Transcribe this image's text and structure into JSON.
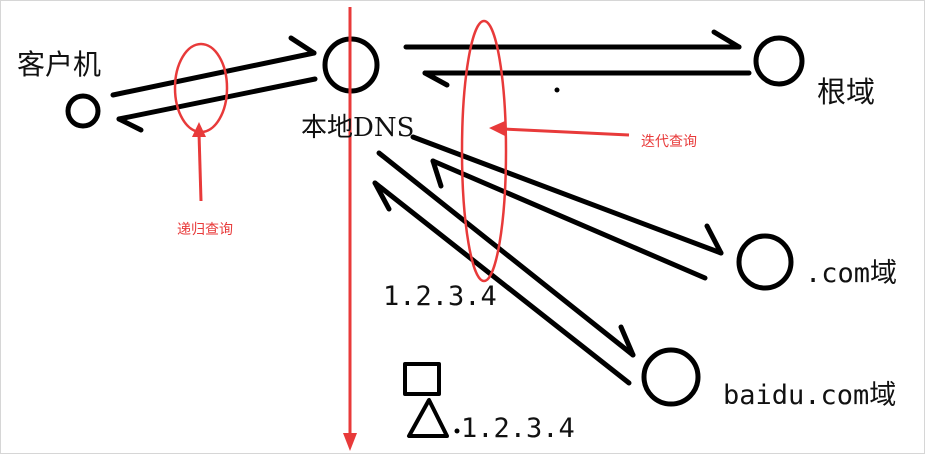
{
  "nodes": {
    "client": "客户机",
    "local_dns": "本地DNS",
    "root": "根域",
    "com": ".com域",
    "baidu": "baidu.com域"
  },
  "ip_near_local": "1.2.3.4",
  "ip_near_user": "1.2.3.4",
  "annotations": {
    "recursive": "递归查询",
    "iterative": "迭代查询"
  },
  "colors": {
    "ink": "#000000",
    "annotation": "#e83a3a"
  }
}
